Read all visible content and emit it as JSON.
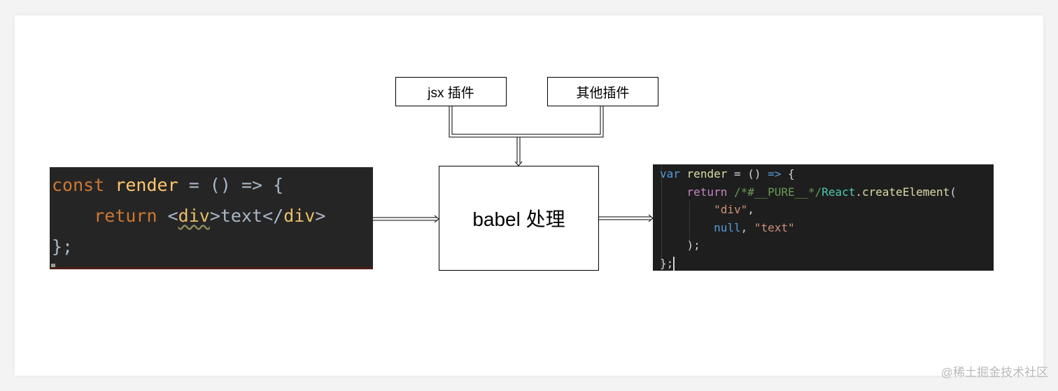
{
  "plugins": {
    "jsx_label": "jsx 插件",
    "other_label": "其他插件"
  },
  "processor": {
    "label": "babel 处理"
  },
  "input_code": {
    "line1": {
      "kw": "const",
      "fn": "render",
      "rest": " = () => {"
    },
    "line2": {
      "kw": "return",
      "open": "<",
      "tag": "div",
      "close": ">",
      "text": "text",
      "end_open": "</",
      "end_tag": "div",
      "end_close": ">"
    },
    "line3": "};"
  },
  "output_code": {
    "line1": {
      "kw": "var",
      "ident": "render",
      "eq": " = () ",
      "arrow": "=>",
      "brace": " {"
    },
    "line2": {
      "ret": "return",
      "comment": "/*#__PURE__*/",
      "class": "React",
      "dot": ".",
      "method": "createElement",
      "paren": "("
    },
    "line3": {
      "str": "\"div\"",
      "comma": ","
    },
    "line4": {
      "null": "null",
      "comma": ", ",
      "str": "\"text\""
    },
    "line5": ");",
    "line6": "};"
  },
  "watermark": "@稀土掘金技术社区",
  "colors": {
    "left_bg": "#262525",
    "right_bg": "#1e1e1e",
    "box_border": "#000000"
  }
}
